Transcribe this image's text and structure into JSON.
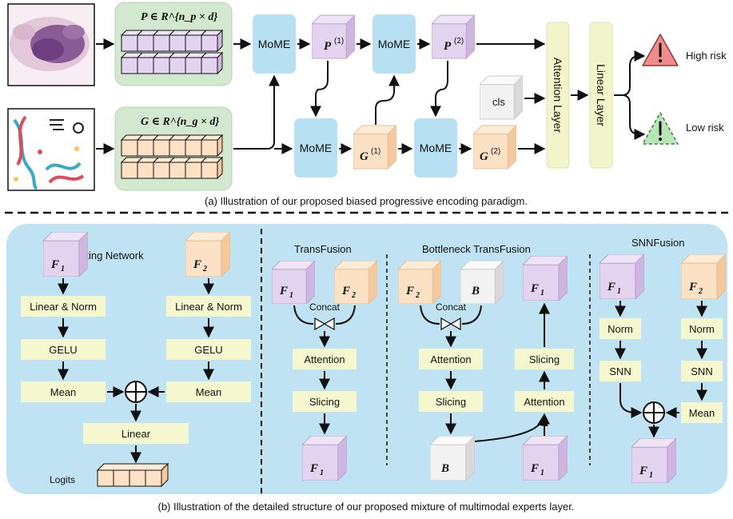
{
  "top": {
    "p_matrix_label": "P ∈ R^{n_p × d}",
    "g_matrix_label": "G ∈ R^{n_g × d}",
    "mome_label": "MoME",
    "p1_label": "P",
    "p1_sup": "(1)",
    "p2_label": "P",
    "p2_sup": "(2)",
    "g1_label": "G",
    "g1_sup": "(1)",
    "g2_label": "G",
    "g2_sup": "(2)",
    "cls_label": "cls",
    "attention_layer": "Attention Layer",
    "linear_layer": "Linear Layer",
    "high_risk": "High risk",
    "low_risk": "Low risk",
    "caption": "(a) Illustration of our proposed biased progressive encoding paradigm."
  },
  "bottom": {
    "gating": {
      "title": "Gating Network",
      "f1": "F",
      "f1_sub": "1",
      "f2": "F",
      "f2_sub": "2",
      "linear_norm": "Linear & Norm",
      "gelu": "GELU",
      "mean": "Mean",
      "linear": "Linear",
      "logits": "Logits"
    },
    "transfusion": {
      "title": "TransFusion",
      "concat": "Concat",
      "attention": "Attention",
      "slicing": "Slicing"
    },
    "bottleneck": {
      "title": "Bottleneck TransFusion",
      "b": "B",
      "concat": "Concat",
      "attention": "Attention",
      "slicing": "Slicing"
    },
    "snn": {
      "title": "SNNFusion",
      "norm": "Norm",
      "snn": "SNN",
      "mean": "Mean"
    },
    "caption": "(b) Illustration of the detailed structure of our proposed mixture of multimodal experts layer."
  },
  "colors": {
    "purple_cube": "#e3d3ef",
    "orange_cube": "#fde1c4",
    "white_cube": "#f2f2f2",
    "mome_blue": "#b7e1f3",
    "green_panel": "#d3e9cf",
    "yellow_layer": "#f1f5c9",
    "light_blue_bg": "#bfe3f3",
    "yellow_box": "#f5f8cf",
    "high_risk_red": "#f28b8b",
    "low_risk_green": "#b8e6b8"
  }
}
